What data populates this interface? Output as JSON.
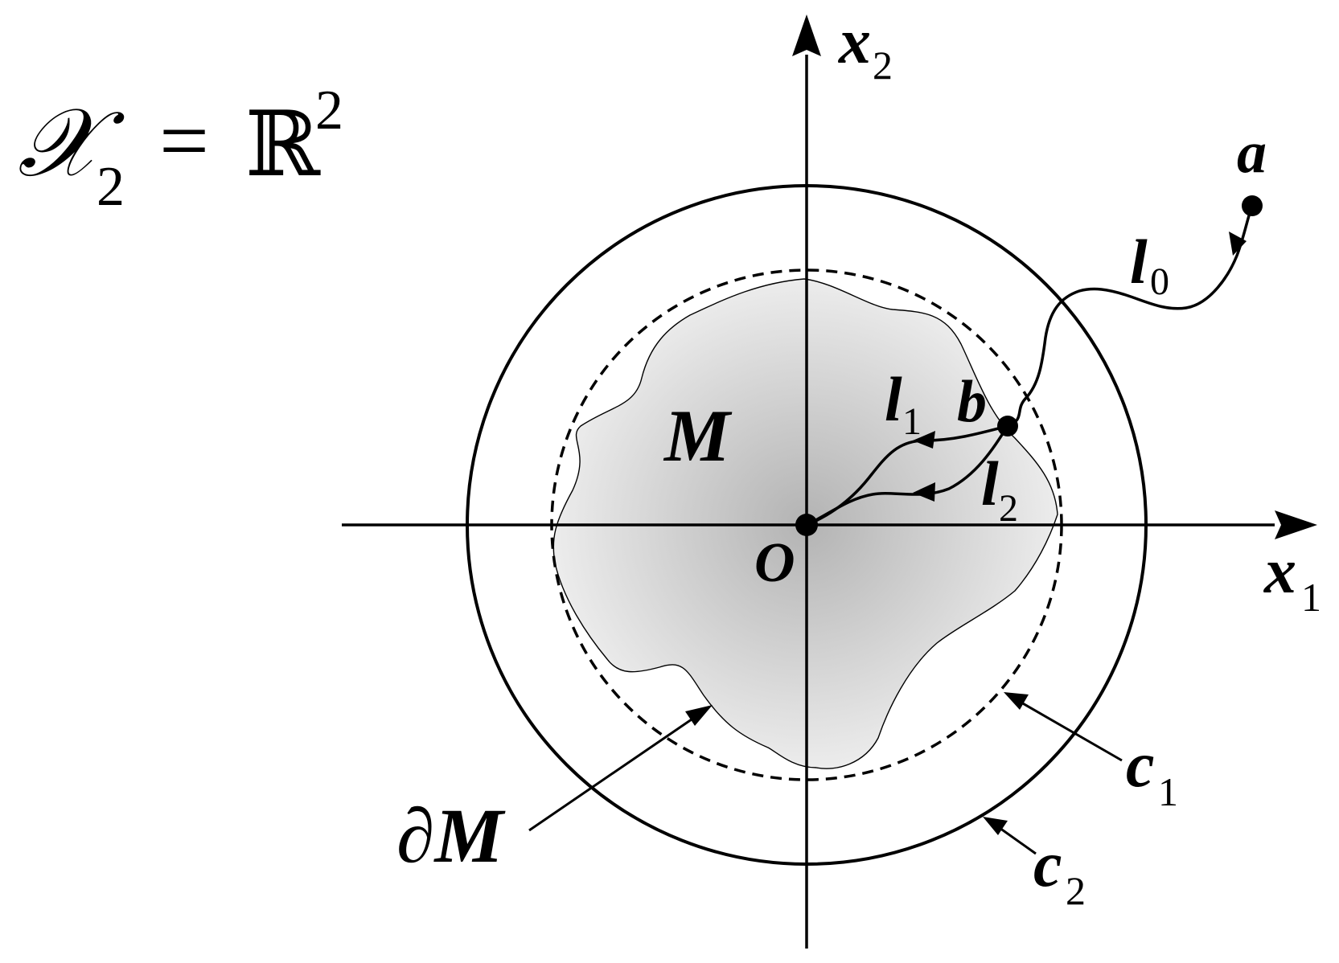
{
  "formula": {
    "lhs": "𝒳",
    "lhs_sub": "2",
    "eq": "=",
    "rhs": "ℝ",
    "rhs_sup": "2"
  },
  "axes": {
    "x1": {
      "main": "x",
      "sub": "1"
    },
    "x2": {
      "main": "x",
      "sub": "2"
    }
  },
  "labels": {
    "origin": "O",
    "region": "M",
    "boundary": "∂M",
    "point_a": "a",
    "point_b": "b",
    "path_l0": {
      "main": "l",
      "sub": "0"
    },
    "path_l1": {
      "main": "l",
      "sub": "1"
    },
    "path_l2": {
      "main": "l",
      "sub": "2"
    },
    "circle_c1": {
      "main": "c",
      "sub": "1"
    },
    "circle_c2": {
      "main": "c",
      "sub": "2"
    }
  },
  "styles": {
    "ink": "#000000",
    "region_center": "#b3b3b3",
    "region_edge": "#f2f2f2"
  }
}
